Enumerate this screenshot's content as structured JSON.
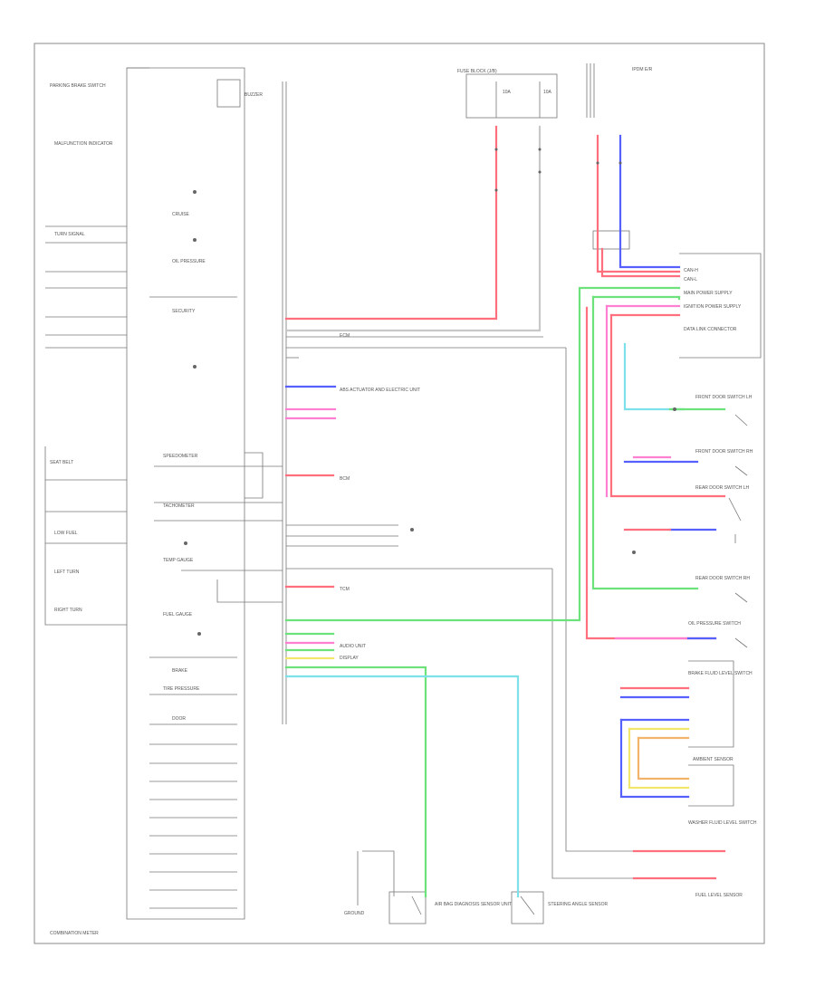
{
  "labels": {
    "cluster": "COMBINATION METER",
    "buzzer": "BUZZER",
    "malfunction_indicator": "MALFUNCTION INDICATOR",
    "turn_signal": "TURN SIGNAL",
    "cruise": "CRUISE",
    "oil_pressure": "OIL PRESSURE",
    "security": "SECURITY",
    "seat_belt": "SEAT BELT",
    "low_fuel": "LOW FUEL",
    "left_turn": "LEFT TURN",
    "right_turn": "RIGHT TURN",
    "brake": "BRAKE",
    "tire_pressure": "TIRE PRESSURE",
    "door": "DOOR",
    "fuel_gauge": "FUEL GAUGE",
    "fuel_level_sensor": "FUEL LEVEL SENSOR",
    "speedometer": "SPEEDOMETER",
    "tachometer": "TACHOMETER",
    "temp_gauge": "TEMP GAUGE",
    "audio_unit": "AUDIO UNIT",
    "data_link": "DATA LINK CONNECTOR",
    "airbag": "AIR BAG DIAGNOSIS SENSOR UNIT",
    "steering_angle": "STEERING ANGLE SENSOR",
    "ipdm": "IPDM E/R",
    "bcm": "BCM",
    "ecm": "ECM",
    "abs": "ABS ACTUATOR AND ELECTRIC UNIT",
    "tcm": "TCM",
    "display": "DISPLAY",
    "ground": "GROUND",
    "fuse_box": "FUSE BLOCK (J/B)",
    "fuse_1": "10A",
    "fuse_2": "10A",
    "can_h": "CAN-H",
    "can_l": "CAN-L",
    "parking_brake": "PARKING BRAKE SWITCH",
    "ambient_sensor": "AMBIENT SENSOR",
    "washer": "WASHER FLUID LEVEL SWITCH",
    "main_power": "MAIN POWER SUPPLY",
    "ign_power": "IGNITION POWER SUPPLY",
    "front_door_switch": "FRONT DOOR SWITCH LH",
    "front_door_switch_rh": "FRONT DOOR SWITCH RH",
    "rear_door_switch": "REAR DOOR SWITCH LH",
    "rear_door_switch_rh": "REAR DOOR SWITCH RH",
    "oil_pressure_switch": "OIL PRESSURE SWITCH",
    "brake_fluid": "BRAKE FLUID LEVEL SWITCH"
  },
  "colors": {
    "red": "#ff6f7d",
    "blue": "#5560ff",
    "green": "#6ee27a",
    "cyan": "#7ee0e8",
    "pink": "#ff7fd1",
    "yellow": "#f2e76a",
    "orange": "#f2b36b",
    "gray": "#bdbdbd"
  }
}
